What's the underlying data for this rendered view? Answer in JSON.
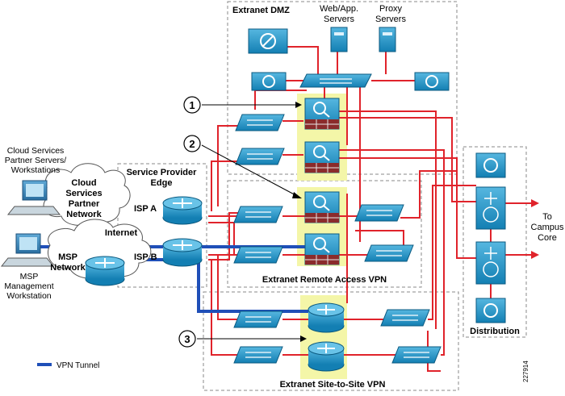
{
  "zones": {
    "dmz": "Extranet DMZ",
    "remote_vpn": "Extranet Remote Access VPN",
    "site_vpn": "Extranet Site-to-Site VPN",
    "sp_edge_line1": "Service Provider",
    "sp_edge_line2": "Edge",
    "distribution": "Distribution"
  },
  "servers": {
    "web_line1": "Web/App.",
    "web_line2": "Servers",
    "proxy_line1": "Proxy",
    "proxy_line2": "Servers"
  },
  "left": {
    "cloud_partner_lines": [
      "Cloud Services",
      "Partner Servers/",
      "Workstations"
    ],
    "cloud_network_lines": [
      "Cloud",
      "Services",
      "Partner",
      "Network"
    ],
    "internet": "Internet",
    "msp_network_lines": [
      "MSP",
      "Network"
    ],
    "msp_workstation_lines": [
      "MSP",
      "Management",
      "Workstation"
    ],
    "isp_a": "ISP A",
    "isp_b": "ISP B"
  },
  "right": {
    "campus_lines": [
      "To",
      "Campus",
      "Core"
    ]
  },
  "callouts": [
    "1",
    "2",
    "3"
  ],
  "legend": {
    "vpn_tunnel": "VPN Tunnel",
    "vpn_color": "#1f4fb8"
  },
  "figure_id": "227914",
  "colors": {
    "link": "#e0232b",
    "device": "#1e8fc2",
    "highlight": "#f4f6a8"
  }
}
